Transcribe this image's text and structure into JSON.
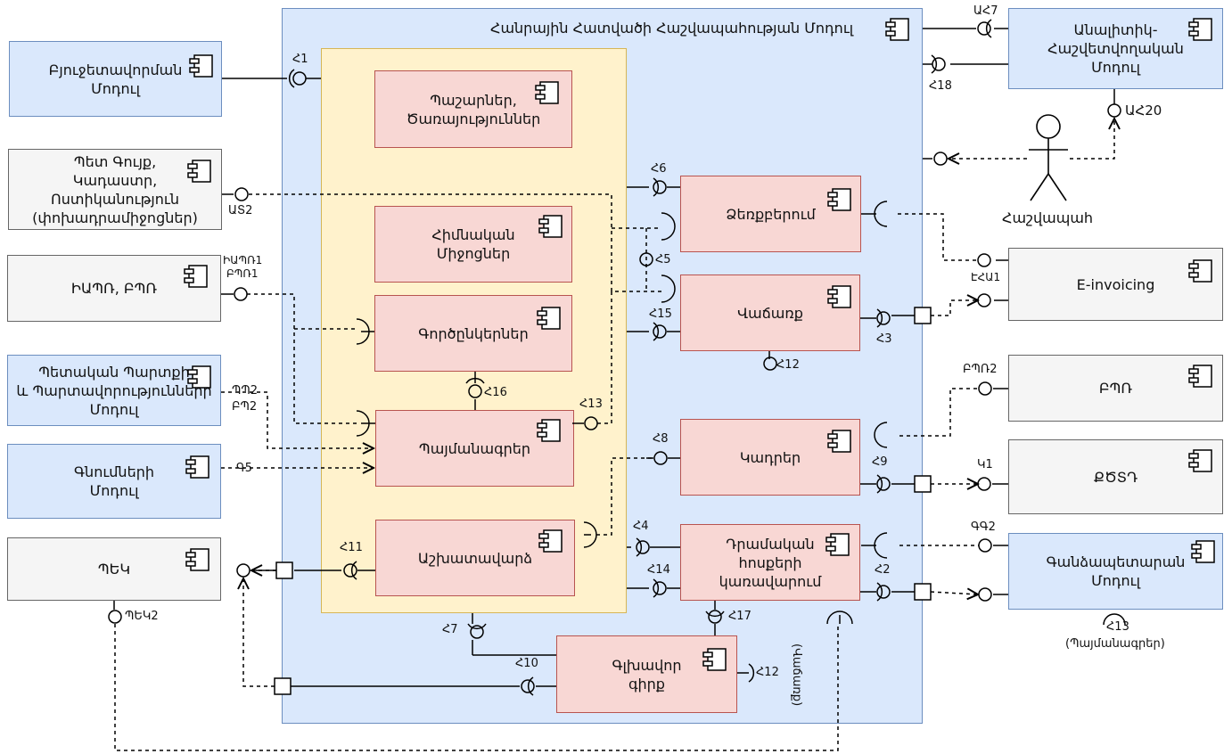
{
  "main_module": {
    "title": "Հանրային Հատվածի Հաշվապահության Մոդուլ"
  },
  "external": {
    "budget": "Բյուջետավորման\nՄոդուլ",
    "state_property": "Պետ Գույք,\nԿադաստր,\nՈստիկանություն\n(փոխադրամիջոցներ)",
    "iapr_bpr": "ԻԱՊՌ, ԲՊՌ",
    "state_debt": "Պետական Պարտքի\nև Պարտավորությունների\nՄոդուլ",
    "procurement": "Գնումների\nՄոդուլ",
    "pek": "ՊԵԿ",
    "analytics": "Անալիտիկ-\nՀաշվետվողական\nՄոդուլ",
    "einvoicing": "E-invoicing",
    "bpr": "ԲՊՌ",
    "qcsf": "ՔԾՏԴ",
    "treasury": "Գանձապետարան\nՄոդուլ"
  },
  "internal": {
    "inventory": "Պաշարներ,\nԾառայություններ",
    "fixed_assets": "Հիմնական\nՄիջոցներ",
    "counterparties": "Գործընկերներ",
    "contracts": "Պայմանագրեր",
    "employee": "Աշխատավարձ",
    "receivables": "Ձեռքբերում",
    "sales": "Վաճառք",
    "staff": "Կադրեր",
    "cash": "Դրամական\nհոսքերի\nկառավարում",
    "ledger": "Գլխավոր\nգիրք"
  },
  "actor": {
    "name": "Հաշվապահ"
  },
  "labels": {
    "h1": "Հ1",
    "h2": "Հ2",
    "h3": "Հ3",
    "h4": "Հ4",
    "h5": "Հ5",
    "h6": "Հ6",
    "h7": "Հ7",
    "h8": "Հ8",
    "h9": "Հ9",
    "h10": "Հ10",
    "h11": "Հ11",
    "h12": "Հ12",
    "h12b": "Հ12",
    "h13": "Հ13",
    "h13b": "Հ13",
    "h14": "Հ14",
    "h15": "Հ15",
    "h16": "Հ16",
    "h17": "Հ17",
    "h18": "Հ18",
    "ah7": "ԱՀ7",
    "ah20": "ԱՀ20",
    "us2": "ԱՏ2",
    "iapr1": "ԻԱՊՌ1",
    "bpr1": "ԲՊՌ1",
    "pp2": "ՊՊ2",
    "bp2": "ԲՊ2",
    "g5": "Գ5",
    "pek2": "ՊԵԿ2",
    "ehu1": "ԷՀԱ1",
    "bpr2": "ԲՊՌ2",
    "k1": "Կ1",
    "gg2": "ԳԳ2",
    "h12_sales": "(Վաճառք)",
    "h13_contracts": "(Պայմանագրեր)"
  },
  "colors": {
    "blue": "#dae8fc",
    "gray": "#f5f5f5",
    "pink": "#f8d7d4",
    "yellow": "#fff2cc"
  }
}
